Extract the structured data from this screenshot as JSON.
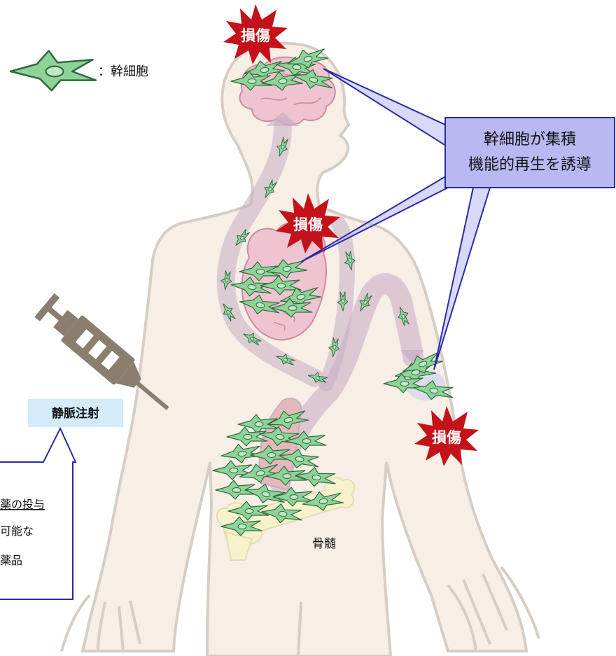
{
  "legend": {
    "label": "：幹細胞"
  },
  "damage_labels": [
    "損傷",
    "損傷",
    "損傷"
  ],
  "callout_main": {
    "line1": "幹細胞が集積",
    "line2": "機能的再生を誘導"
  },
  "injection": {
    "label": "静脈注射"
  },
  "note": {
    "line1": "薬の投与",
    "line2": "可能な",
    "line3": "薬品"
  },
  "bone_marrow": {
    "label": "骨髄"
  },
  "colors": {
    "body_fill": "#f7eee6",
    "body_stroke": "#d6cdc4",
    "cell_fill": "#8fd39b",
    "cell_stroke": "#2e6b3a",
    "damage_red": "#c4121a",
    "callout_fill": "#b8b8f2",
    "callout_stroke": "#2a2aa8",
    "injection_label_bg": "#d3ecfa",
    "syringe": "#8a7e6f"
  },
  "icons": [
    "stem-cell-icon",
    "damage-burst-icon",
    "syringe-icon"
  ]
}
